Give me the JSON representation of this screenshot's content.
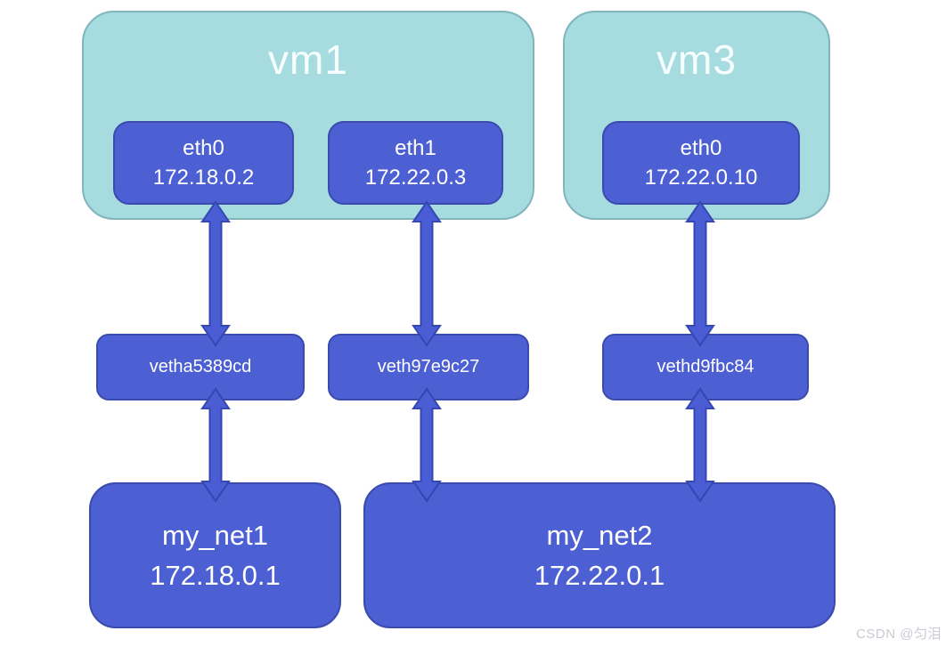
{
  "diagram": {
    "type": "docker-network-topology",
    "vms": [
      {
        "label": "vm1",
        "interfaces": [
          {
            "name": "eth0",
            "ip": "172.18.0.2"
          },
          {
            "name": "eth1",
            "ip": "172.22.0.3"
          }
        ]
      },
      {
        "label": "vm3",
        "interfaces": [
          {
            "name": "eth0",
            "ip": "172.22.0.10"
          }
        ]
      }
    ],
    "veths": [
      {
        "label": "vetha5389cd"
      },
      {
        "label": "veth97e9c27"
      },
      {
        "label": "vethd9fbc84"
      }
    ],
    "networks": [
      {
        "name": "my_net1",
        "ip": "172.18.0.1"
      },
      {
        "name": "my_net2",
        "ip": "172.22.0.1"
      }
    ],
    "connections": [
      {
        "from": "vm1:eth0",
        "to": "vetha5389cd",
        "bidirectional": true
      },
      {
        "from": "vm1:eth1",
        "to": "veth97e9c27",
        "bidirectional": true
      },
      {
        "from": "vm3:eth0",
        "to": "vethd9fbc84",
        "bidirectional": true
      },
      {
        "from": "vetha5389cd",
        "to": "my_net1",
        "bidirectional": true
      },
      {
        "from": "veth97e9c27",
        "to": "my_net2",
        "bidirectional": true
      },
      {
        "from": "vethd9fbc84",
        "to": "my_net2",
        "bidirectional": true
      }
    ],
    "colors": {
      "vm_fill": "#a6dce0",
      "vm_border": "#7fb5bb",
      "node_fill": "#4c5fd3",
      "node_border": "#3a4aad",
      "arrow_fill": "#4b5dd4",
      "arrow_stroke": "#3547b0",
      "text": "#ffffff",
      "background": "#ffffff"
    }
  },
  "watermark": {
    "text": "CSDN @匀泪"
  }
}
